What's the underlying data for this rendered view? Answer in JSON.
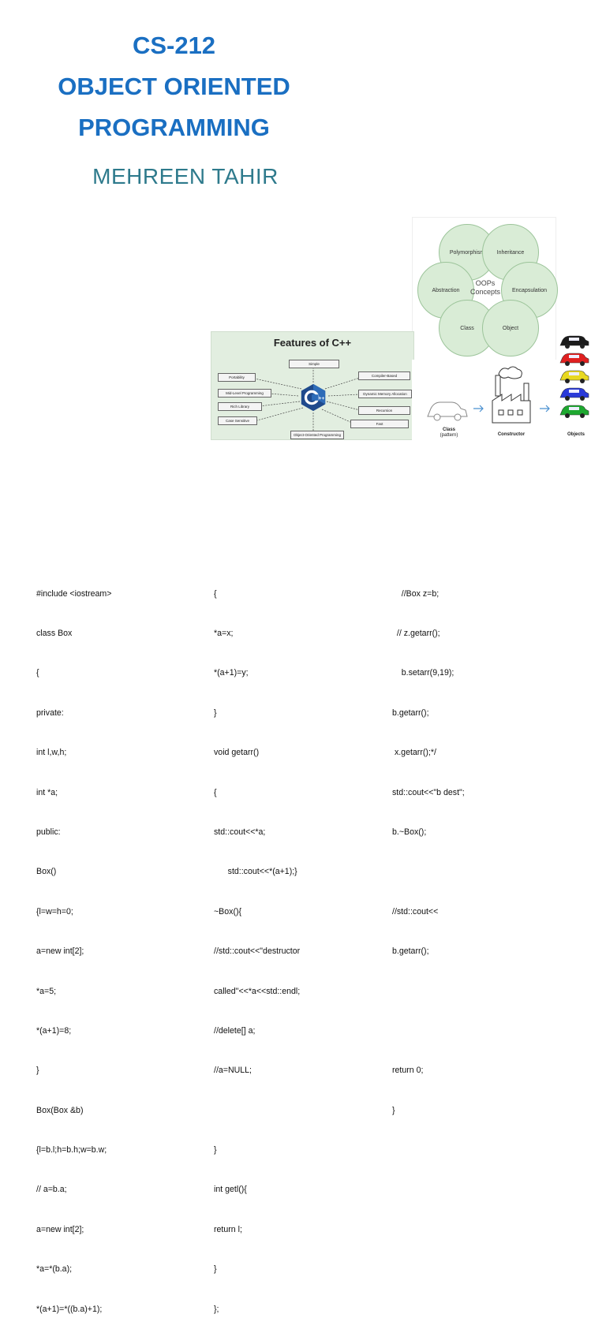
{
  "slide": {
    "title_line1": "CS-212",
    "title_line2": "OBJECT ORIENTED",
    "title_line3": "PROGRAMMING",
    "author": "MEHREEN TAHIR"
  },
  "oop_diagram": {
    "center": "OOPs Concepts",
    "concepts": [
      "Polymorphism",
      "Inheritance",
      "Abstraction",
      "Encapsulation",
      "Class",
      "Object"
    ]
  },
  "cpp_features": {
    "title": "Features of C++",
    "items": [
      "Simple",
      "Portability",
      "Compiler-Based",
      "Mid-Level Programming",
      "Dynamic Memory Allocation",
      "Rich Library",
      "Recursion",
      "Case Sensitive",
      "Fast",
      "Object-Oriented Programming"
    ]
  },
  "class_diagram": {
    "class_label": "Class",
    "class_sub": "(pattern)",
    "constructor_label": "Constructor",
    "objects_label": "Objects",
    "object_colors": [
      "#1b1b1b",
      "#e02020",
      "#e8d820",
      "#2a3ad8",
      "#1ea830"
    ]
  },
  "code": {
    "col1": [
      "#include <iostream>",
      "class Box",
      "{",
      "private:",
      "int l,w,h;",
      "int *a;",
      "public:",
      "Box()",
      "{l=w=h=0;",
      "a=new int[2];",
      "*a=5;",
      "*(a+1)=8;",
      "}",
      "Box(Box &b)",
      "{l=b.l;h=b.h;w=b.w;",
      "// a=b.a;",
      "a=new int[2];",
      "*a=*(b.a);",
      "*(a+1)=*((b.a)+1);"
    ],
    "col2": [
      "{",
      "*a=x;",
      "*(a+1)=y;",
      "}",
      "void getarr()",
      "{",
      "std::cout<<*a;",
      "      std::cout<<*(a+1);}",
      "~Box(){",
      "//std::cout<<\"destructor",
      "called\"<<*a<<std::endl;",
      "//delete[] a;",
      "//a=NULL;",
      "",
      "}",
      "int getl(){",
      "return l;",
      "}",
      "};"
    ],
    "col3": [
      "    //Box z=b;",
      "  // z.getarr();",
      "    b.setarr(9,19);",
      "b.getarr();",
      " x.getarr();*/",
      "std::cout<<\"b dest\";",
      "b.~Box();",
      "",
      "//std::cout<<",
      "b.getarr();",
      "",
      "",
      "return 0;",
      "}"
    ]
  }
}
